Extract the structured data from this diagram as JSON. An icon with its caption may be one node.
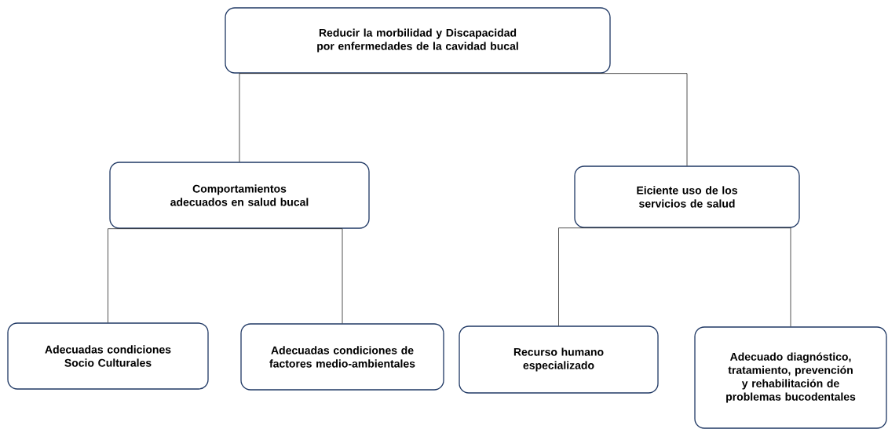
{
  "diagram": {
    "nodes": [
      {
        "text": [
          "Reducir la morbilidad y Discapacidad por enfermedades de la cavidad bucal"
        ]
      },
      {
        "text": [
          "Comportamientos adecuados en salud bucal"
        ]
      },
      {
        "text": [
          "Eiciente uso de los servicios de salud"
        ]
      },
      {
        "text": [
          "Adecuadas condiciones Socio Culturales"
        ]
      },
      {
        "text": [
          "Adecuadas condiciones de factores medio-ambientales"
        ]
      },
      {
        "text": [
          "Recurso humano especializado"
        ]
      },
      {
        "text": [
          "Adecuado diagnóstico, tratamiento, prevención y rehabilitación de problemas bucodentales"
        ]
      }
    ],
    "edges": [
      {
        "from": 0,
        "to": 1,
        "arrow": "none"
      },
      {
        "from": 0,
        "to": 2,
        "arrow": "none"
      },
      {
        "from": 1,
        "to": 3,
        "arrow": "none"
      },
      {
        "from": 1,
        "to": 4,
        "arrow": "none"
      },
      {
        "from": 2,
        "to": 5,
        "arrow": "none"
      },
      {
        "from": 2,
        "to": 6,
        "arrow": "none"
      }
    ]
  }
}
